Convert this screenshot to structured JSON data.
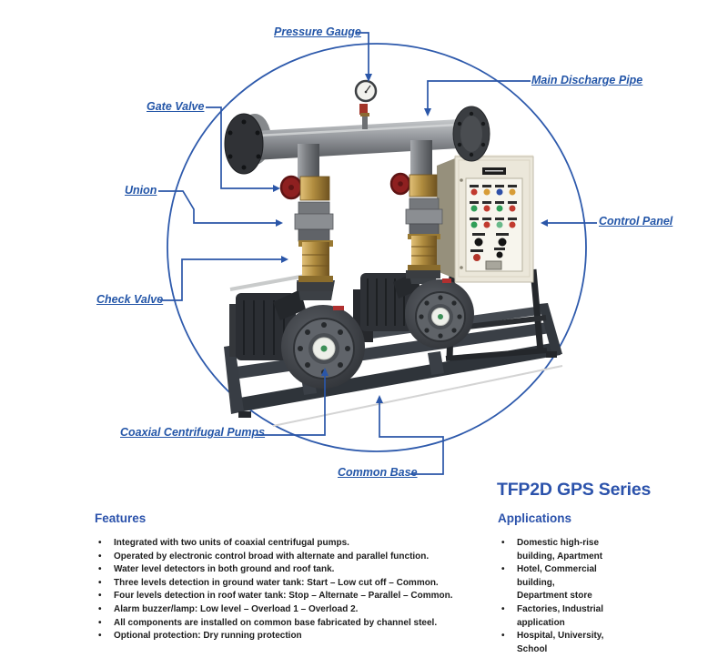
{
  "accent_color": "#2a56a8",
  "callouts": {
    "pressure_gauge": "Pressure Gauge",
    "main_discharge_pipe": "Main Discharge Pipe",
    "gate_valve": "Gate Valve",
    "union": "Union",
    "check_valve": "Check Valve",
    "control_panel": "Control Panel",
    "coaxial_pumps": "Coaxial Centrifugal Pumps",
    "common_base": "Common Base"
  },
  "product_title": "TFP2D GPS Series",
  "features": {
    "heading": "Features",
    "items": [
      "Integrated with two units of coaxial centrifugal pumps.",
      "Operated by electronic control broad with alternate and parallel function.",
      "Water level detectors in both ground and roof tank.",
      "Three levels detection in ground water tank: Start – Low cut off – Common.",
      "Four levels detection in roof water tank: Stop – Alternate – Parallel – Common.",
      "Alarm buzzer/lamp: Low level – Overload 1 – Overload 2.",
      "All components are installed on common base fabricated by channel steel.",
      "Optional protection: Dry running protection"
    ]
  },
  "applications": {
    "heading": "Applications",
    "items": [
      {
        "lines": [
          "Domestic high-rise",
          "building, Apartment"
        ]
      },
      {
        "lines": [
          "Hotel, Commercial",
          "building,",
          "Department store"
        ]
      },
      {
        "lines": [
          "Factories, Industrial",
          "application"
        ]
      },
      {
        "lines": [
          "Hospital, University,",
          "School"
        ]
      }
    ]
  }
}
